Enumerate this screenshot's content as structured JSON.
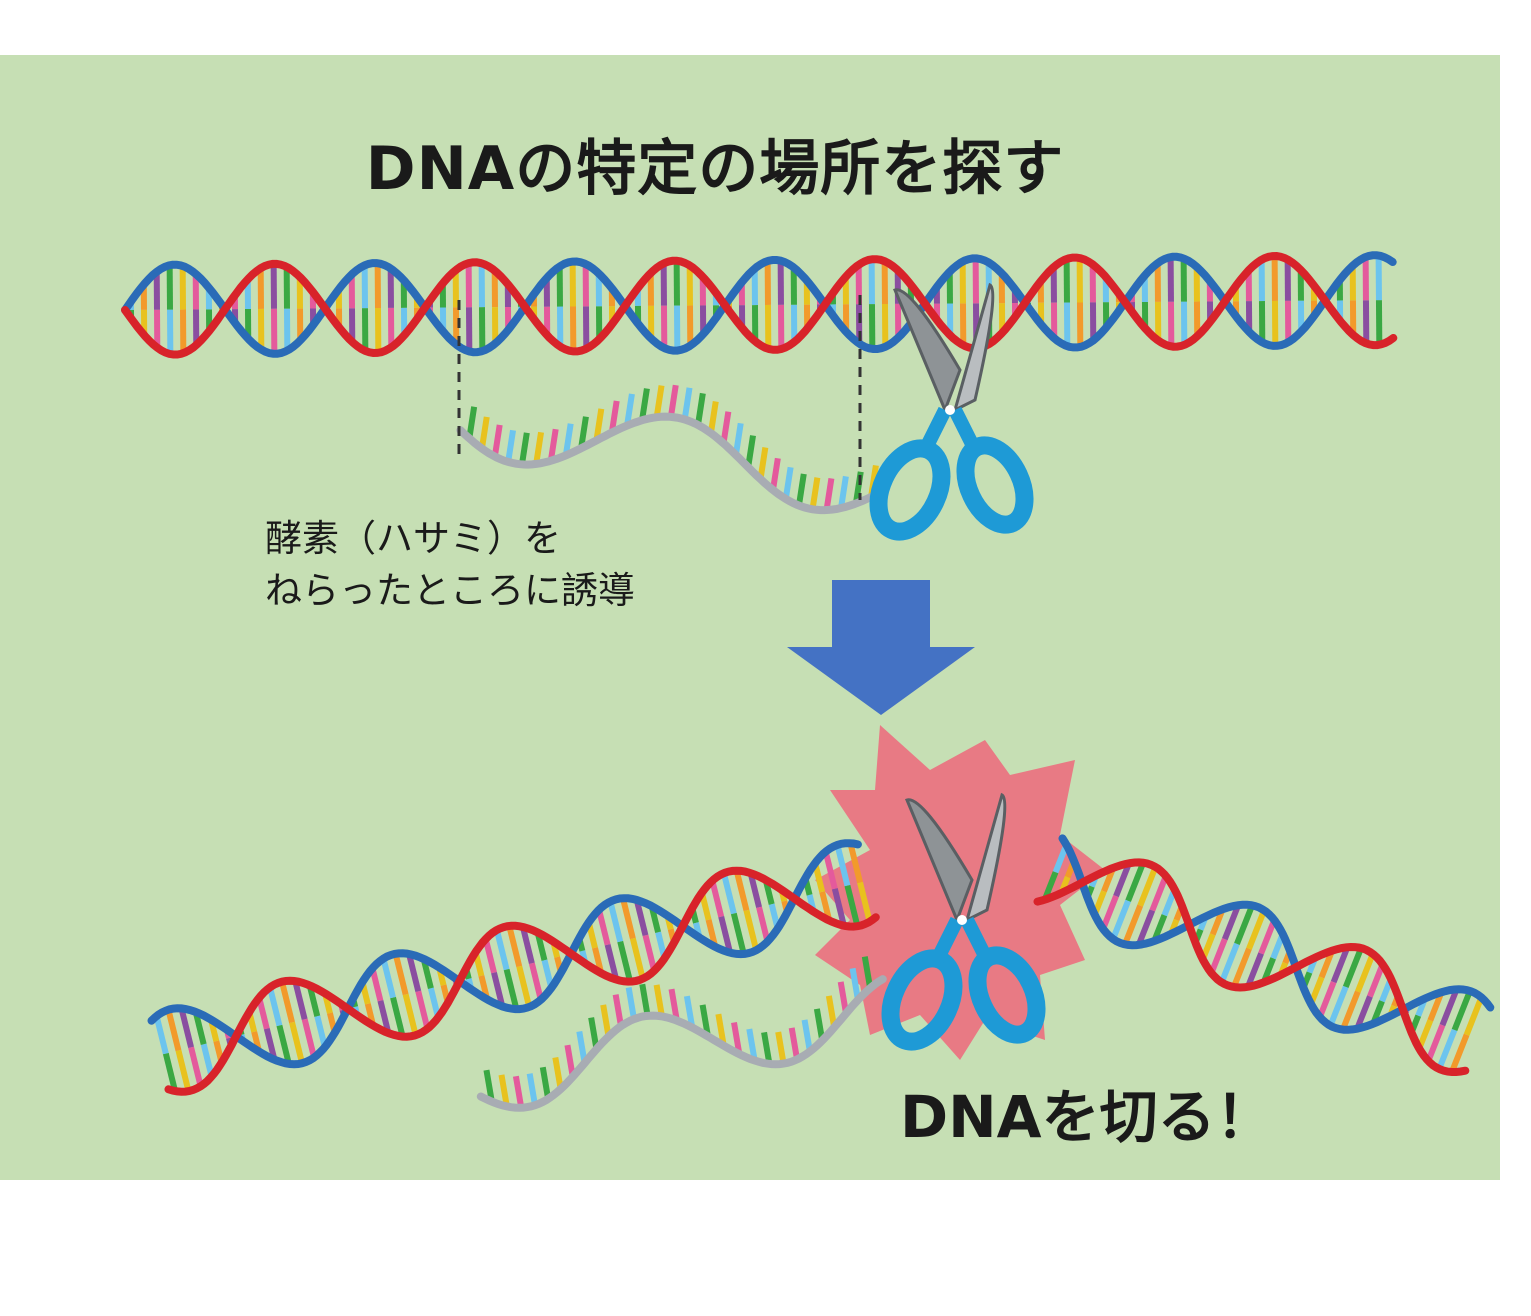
{
  "title": "DNAの特定の場所を探す",
  "caption": {
    "line1": "酵素（ハサミ）を",
    "line2": "ねらったところに誘導"
  },
  "result": "DNAを切る！",
  "colors": {
    "background": "#c6dfb4",
    "strand_red": "#d8232a",
    "strand_blue": "#2a6bb7",
    "guide_rna": "#a8acb3",
    "arrow": "#4472c4",
    "burst": "#e87a84",
    "scissor_blade": "#8e9396",
    "scissor_handle": "#1e9ad6",
    "base_pairs": [
      "#3aa843",
      "#e8c21e",
      "#e45a9c",
      "#6cc4ee",
      "#f29a2b",
      "#8a4ea0"
    ]
  },
  "icons": [
    "dna-helix",
    "guide-rna",
    "scissors-icon",
    "down-arrow-icon",
    "burst-icon"
  ]
}
